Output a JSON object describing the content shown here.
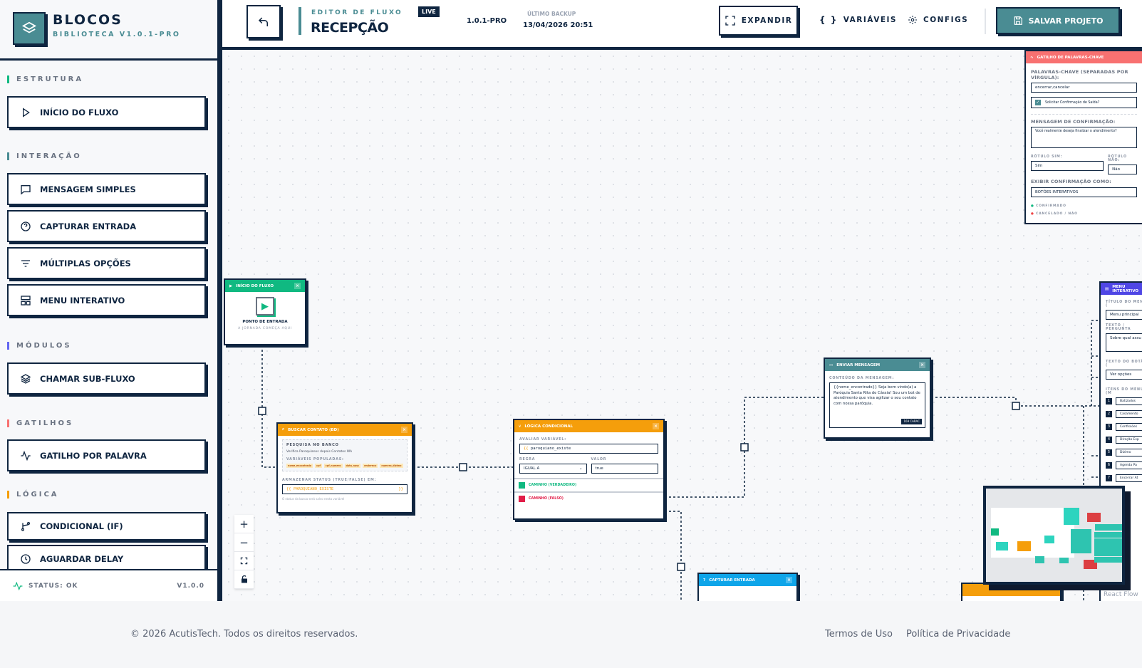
{
  "sidebar": {
    "title": "BLOCOS",
    "subtitle": "BIBLIOTECA V1.0.1-PRO",
    "sections": [
      {
        "label": "ESTRUTURA",
        "color": "#10b981",
        "items": [
          {
            "label": "INÍCIO DO FLUXO",
            "icon": "play-icon"
          }
        ]
      },
      {
        "label": "INTERAÇÃO",
        "color": "#4a8c93",
        "items": [
          {
            "label": "MENSAGEM SIMPLES",
            "icon": "message-icon"
          },
          {
            "label": "CAPTURAR ENTRADA",
            "icon": "question-icon"
          },
          {
            "label": "MÚLTIPLAS OPÇÕES",
            "icon": "filter-icon"
          },
          {
            "label": "MENU INTERATIVO",
            "icon": "layout-icon"
          }
        ]
      },
      {
        "label": "MÓDULOS",
        "color": "#6366f1",
        "items": [
          {
            "label": "CHAMAR SUB-FLUXO",
            "icon": "layers-icon"
          }
        ]
      },
      {
        "label": "GATILHOS",
        "color": "#f87171",
        "items": [
          {
            "label": "GATILHO POR PALAVRA",
            "icon": "activity-icon"
          }
        ]
      },
      {
        "label": "LÓGICA",
        "color": "#f59e0b",
        "items": [
          {
            "label": "CONDICIONAL (IF)",
            "icon": "branch-icon"
          },
          {
            "label": "AGUARDAR DELAY",
            "icon": "clock-icon"
          }
        ]
      }
    ],
    "status": "STATUS: OK",
    "version": "V1.0.0"
  },
  "header": {
    "eyebrow": "EDITOR DE FLUXO",
    "live": "LIVE",
    "title": "RECEPÇÃO",
    "version": "1.0.1-PRO",
    "backup_label": "ÚLTIMO BACKUP",
    "backup_value": "13/04/2026 20:51",
    "expand": "EXPANDIR",
    "variables": "VARIÁVEIS",
    "configs": "CONFIGS",
    "save": "SALVAR PROJETO"
  },
  "nodes": {
    "start": {
      "title": "INÍCIO DO FLUXO",
      "label": "PONTO DE ENTRADA",
      "sub": "A JORNADA COMEÇA AQUI",
      "color": "#10b981"
    },
    "search": {
      "title": "BUSCAR CONTATO (BD)",
      "color": "#f59e0b",
      "box_title": "PESQUISA NO BANCO",
      "box_text": "Verifica Paroquianos depois Contatos WA",
      "vars_label": "VARIÁVEIS POPULADAS:",
      "vars": [
        "nome_encontrado",
        "cpf",
        "cpf_numero",
        "data_nasc",
        "endereco",
        "numero_dizimo"
      ],
      "store_label": "ARMAZENAR STATUS (TRUE/FALSE) EM:",
      "store_value": "PAROQUIANO_EXISTE",
      "hint": "O status da busca será salvo nesta variável"
    },
    "logic": {
      "title": "LÓGICA CONDICIONAL",
      "color": "#f59e0b",
      "eval_label": "AVALIAR VARIÁVEL:",
      "eval_value": "paroquiano_existe",
      "rule_label": "REGRA",
      "rule_value": "IGUAL A",
      "value_label": "VALOR",
      "value_value": "true",
      "true_path": "CAMINHO (VERDADEIRO)",
      "false_path": "CAMINHO (FALSO)"
    },
    "message": {
      "title": "ENVIAR MENSAGEM",
      "color": "#4a8c93",
      "content_label": "CONTEÚDO DA MENSAGEM:",
      "content": "{{nome_encontrado}} Seja bem vindo(a) a Paróquia Santa Rita de Cássia! Sou um bot de atendimento que visa agilizar o seu contato com nossa paróquia.",
      "chars": "169 CARAC"
    },
    "capture": {
      "title": "CAPTURAR ENTRADA",
      "color": "#0ea5e9"
    },
    "trigger": {
      "title": "GATILHO DE PALAVRAS-CHAVE",
      "color": "#f87171",
      "kw_label": "PALAVRAS-CHAVE (SEPARADAS POR VÍRGULA):",
      "kw_value": "encerrar,cancelar",
      "confirm_check": "Solicitar Confirmação de Saída?",
      "checked": true,
      "msg_label": "MENSAGEM DE CONFIRMAÇÃO:",
      "msg_value": "Você realmente deseja finalizar o atendimento?",
      "yes_label": "RÓTULO SIM:",
      "yes_value": "Sim",
      "no_label": "RÓTULO NÃO:",
      "no_value": "Não",
      "show_label": "EXIBIR CONFIRMAÇÃO COMO:",
      "show_value": "BOTÕES INTERATIVOS",
      "out_confirmed": "CONFIRMADO",
      "out_cancel": "CANCELADO / NÃO"
    },
    "menu": {
      "title": "MENU INTERATIVO",
      "color": "#4f46e5",
      "title_label": "TÍTULO DO MENU (",
      "title_value": "Menu principal",
      "text_label": "TEXTO / PERGUNTA",
      "text_value": "Sobre qual assu",
      "btn_label": "TEXTO DO BOTÃO (",
      "btn_value": "Ver opções",
      "items_label": "ITENS DO MENU (M",
      "items": [
        "Batizados",
        "Casamento",
        "Confissões",
        "Direção Esp",
        "Dízimo",
        "Agenda Pa",
        "Encerrar At"
      ]
    }
  },
  "canvas_footer": {
    "attribution": "React Flow"
  },
  "footer": {
    "copyright": "© 2026 AcutisTech. Todos os direitos reservados.",
    "terms": "Termos de Uso",
    "privacy": "Política de Privacidade"
  }
}
